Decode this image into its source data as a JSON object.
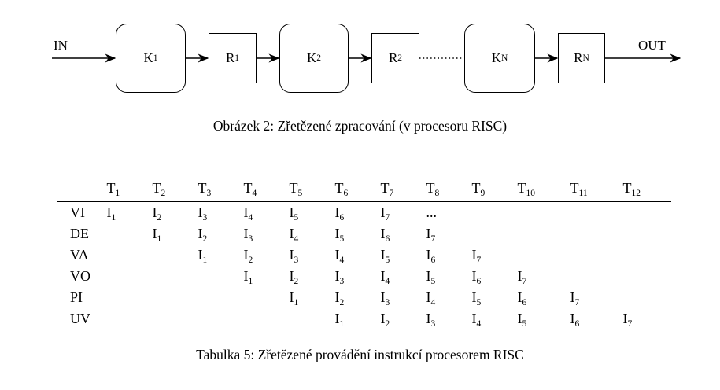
{
  "diagram": {
    "input_label": "IN",
    "output_label": "OUT",
    "dots": "........",
    "stages": [
      {
        "kind": "K",
        "base": "K",
        "sub": "1"
      },
      {
        "kind": "R",
        "base": "R",
        "sub": "1"
      },
      {
        "kind": "K",
        "base": "K",
        "sub": "2"
      },
      {
        "kind": "R",
        "base": "R",
        "sub": "2"
      },
      {
        "kind": "K",
        "base": "K",
        "sub": "N"
      },
      {
        "kind": "R",
        "base": "R",
        "sub": "N"
      }
    ]
  },
  "figure_caption": "Obrázek 2: Zřetězené zpracování (v procesoru RISC)",
  "table": {
    "time_slots": [
      {
        "base": "T",
        "sub": "1"
      },
      {
        "base": "T",
        "sub": "2"
      },
      {
        "base": "T",
        "sub": "3"
      },
      {
        "base": "T",
        "sub": "4"
      },
      {
        "base": "T",
        "sub": "5"
      },
      {
        "base": "T",
        "sub": "6"
      },
      {
        "base": "T",
        "sub": "7"
      },
      {
        "base": "T",
        "sub": "8"
      },
      {
        "base": "T",
        "sub": "9"
      },
      {
        "base": "T",
        "sub": "10"
      },
      {
        "base": "T",
        "sub": "11"
      },
      {
        "base": "T",
        "sub": "12"
      }
    ],
    "rows": [
      {
        "stage": "VI",
        "cells": [
          "I1",
          "I2",
          "I3",
          "I4",
          "I5",
          "I6",
          "I7",
          "...",
          "",
          "",
          "",
          ""
        ]
      },
      {
        "stage": "DE",
        "cells": [
          "",
          "I1",
          "I2",
          "I3",
          "I4",
          "I5",
          "I6",
          "I7",
          "",
          "",
          "",
          ""
        ]
      },
      {
        "stage": "VA",
        "cells": [
          "",
          "",
          "I1",
          "I2",
          "I3",
          "I4",
          "I5",
          "I6",
          "I7",
          "",
          "",
          ""
        ]
      },
      {
        "stage": "VO",
        "cells": [
          "",
          "",
          "",
          "I1",
          "I2",
          "I3",
          "I4",
          "I5",
          "I6",
          "I7",
          "",
          ""
        ]
      },
      {
        "stage": "PI",
        "cells": [
          "",
          "",
          "",
          "",
          "I1",
          "I2",
          "I3",
          "I4",
          "I5",
          "I6",
          "I7",
          ""
        ]
      },
      {
        "stage": "UV",
        "cells": [
          "",
          "",
          "",
          "",
          "",
          "I1",
          "I2",
          "I3",
          "I4",
          "I5",
          "I6",
          "I7"
        ]
      }
    ]
  },
  "table_caption": "Tabulka 5: Zřetězené provádění instrukcí procesorem RISC"
}
